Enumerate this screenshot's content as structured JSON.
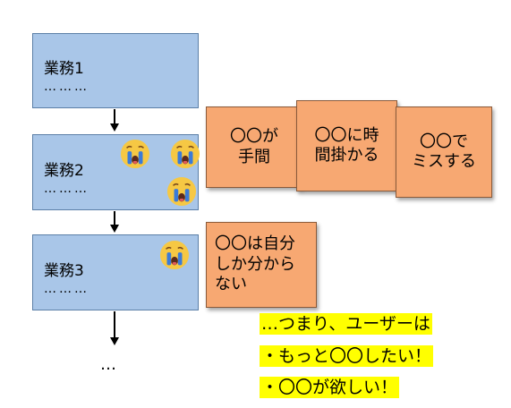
{
  "tasks": [
    {
      "title": "業務1",
      "dots": "………"
    },
    {
      "title": "業務2",
      "dots": "………"
    },
    {
      "title": "業務3",
      "dots": "………"
    }
  ],
  "notes": [
    {
      "text": "〇〇が\n手間"
    },
    {
      "text": "〇〇に時\n間掛かる"
    },
    {
      "text": "〇〇で\nミスする"
    },
    {
      "text": "〇〇は自分\nしか分から\nない"
    }
  ],
  "ellipsis": "…",
  "summary": [
    "…つまり、ユーザーは",
    "・もっと〇〇したい！",
    "・〇〇が欲しい！"
  ],
  "icons": [
    "crying-face-icon"
  ],
  "colors": {
    "task_fill": "#a9c6e8",
    "note_fill": "#f7a872",
    "highlight": "#ffff00"
  }
}
